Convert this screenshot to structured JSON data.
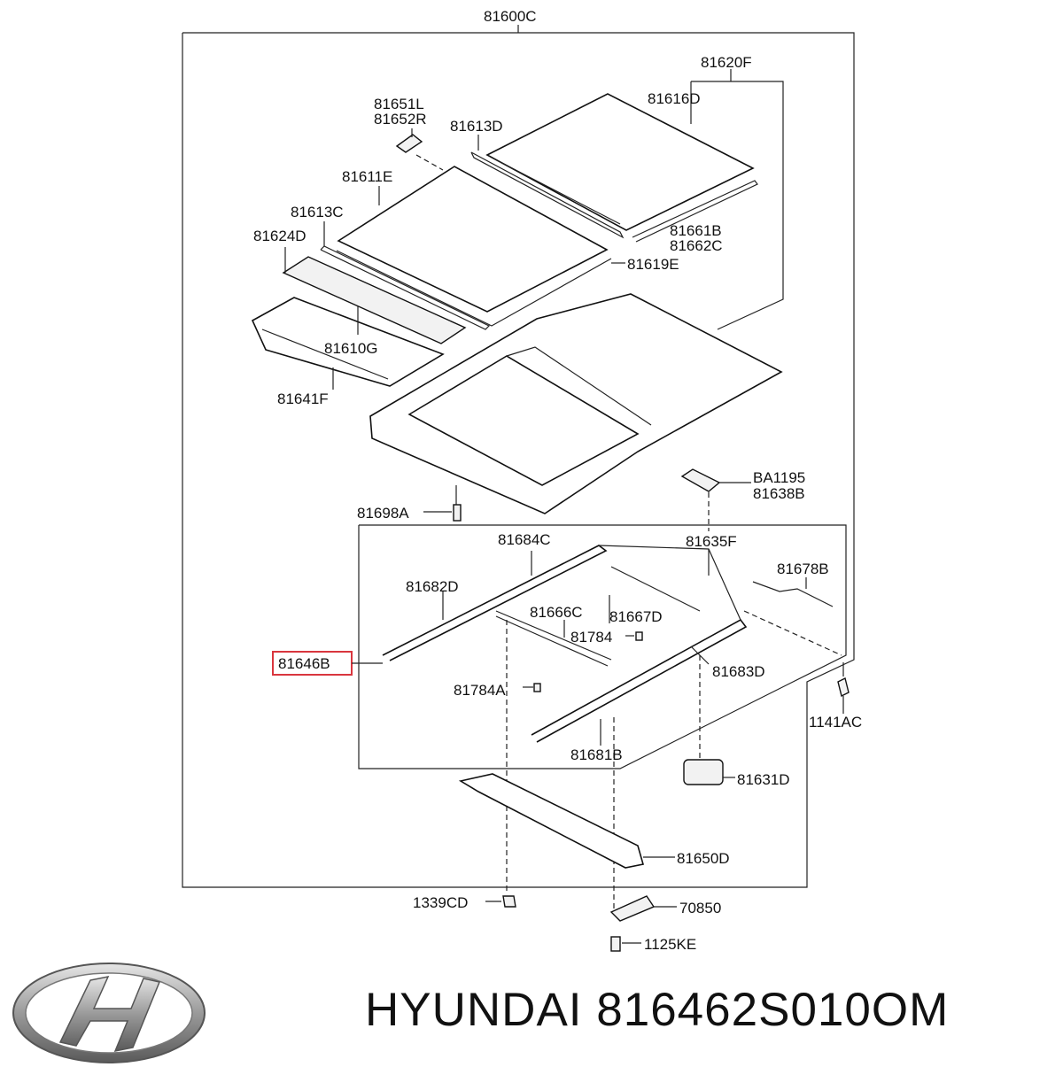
{
  "labels": {
    "assembly": "81600C",
    "glass_assy": "81620F",
    "glass_front": "81616D",
    "bracket_l": "81651L",
    "bracket_r": "81652R",
    "weatherstrip_d": "81613D",
    "glass_rear": "81611E",
    "weatherstrip_c": "81613C",
    "deflector": "81624D",
    "seal_b": "81661B",
    "seal_c": "81662C",
    "seal_e": "81619E",
    "frame_g": "81610G",
    "frame_f": "81641F",
    "ba1195": "BA1195",
    "bracket_b": "81638B",
    "drain_a": "81698A",
    "cable_c": "81684C",
    "switch_f": "81635F",
    "harness_b": "81678B",
    "rail_d": "81682D",
    "link_c": "81666C",
    "link_d": "81667D",
    "part_highlight": "81646B",
    "clip_81784": "81784",
    "clip_81784a": "81784A",
    "rail_83d": "81683D",
    "screw_1141ac": "1141AC",
    "rail_b": "81681B",
    "motor_d": "81631D",
    "bracket_50d": "81650D",
    "nut_1339cd": "1339CD",
    "part_70850": "70850",
    "bolt_1125ke": "1125KE"
  },
  "caption": "HYUNDAI 816462S010OM",
  "colors": {
    "highlight": "#d9363e",
    "line": "#222222"
  },
  "logo": "hyundai-logo"
}
